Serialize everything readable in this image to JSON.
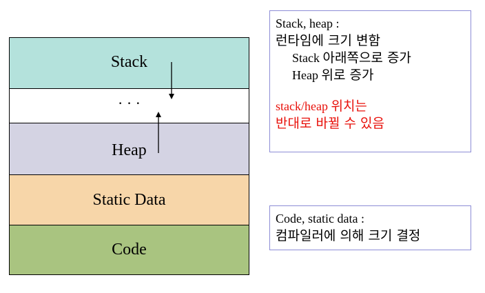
{
  "memory": {
    "stack_label": "Stack",
    "gap_label": "· · ·",
    "heap_label": "Heap",
    "static_label": "Static Data",
    "code_label": "Code"
  },
  "colors": {
    "stack": "#b4e2dc",
    "gap": "#ffffff",
    "heap": "#d4d3e3",
    "static": "#f7d6a9",
    "code": "#a9c480",
    "note_border": "#8c8cd6",
    "red_text": "#e8100a"
  },
  "note_runtime": {
    "line1": "Stack, heap :",
    "line2": "런타임에 크기 변함",
    "line3_prefix": "Stack ",
    "line3_ko": "아래쪽으로 증가",
    "line4_prefix": "Heap ",
    "line4_ko": "위로 증가",
    "red1_prefix": "stack/heap ",
    "red1_ko": "위치는",
    "red2": "반대로 바뀔 수 있음"
  },
  "note_compile": {
    "line1": "Code, static data :",
    "line2": "컴파일러에 의해 크기 결정"
  },
  "icons": {
    "down_arrow": "arrow-down-icon",
    "up_arrow": "arrow-up-icon"
  }
}
